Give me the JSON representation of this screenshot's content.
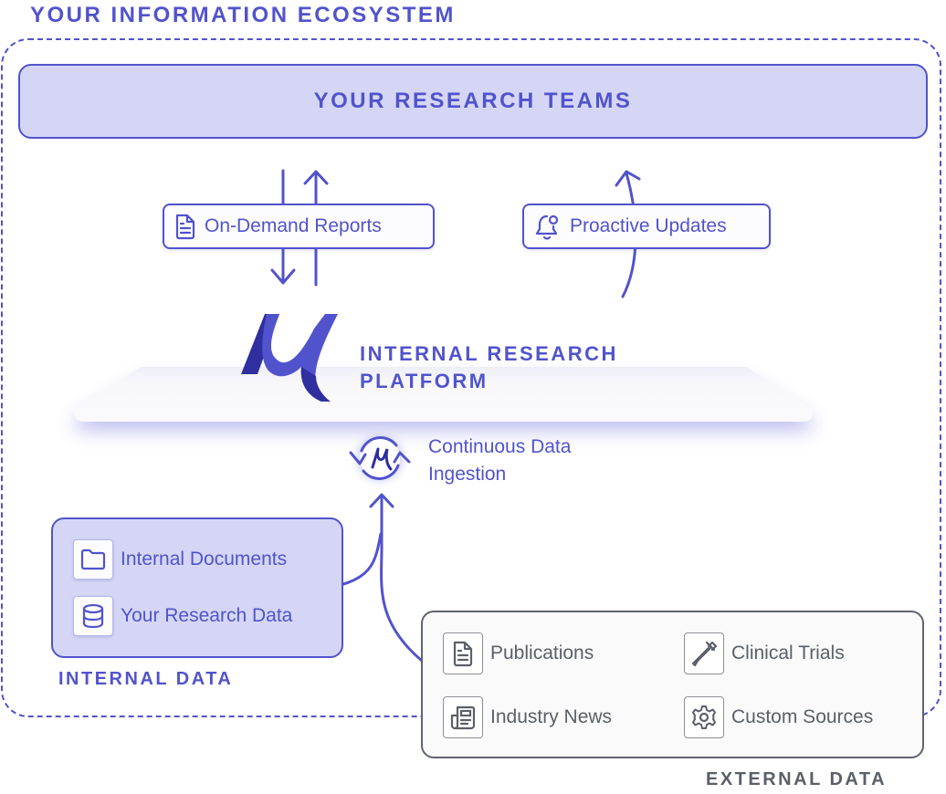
{
  "title": "YOUR INFORMATION ECOSYSTEM",
  "research_teams": "YOUR RESEARCH TEAMS",
  "flows": {
    "on_demand": {
      "label": "On-Demand Reports",
      "icon": "document-icon"
    },
    "proactive": {
      "label": "Proactive Updates",
      "icon": "bell-icon"
    }
  },
  "platform": {
    "line1": "INTERNAL RESEARCH",
    "line2": "PLATFORM",
    "logo": "mu-logo"
  },
  "ingestion": {
    "line1": "Continuous Data",
    "line2": "Ingestion",
    "icon": "cycle-mu-icon"
  },
  "internal_data": {
    "label": "INTERNAL DATA",
    "items": [
      {
        "label": "Internal Documents",
        "icon": "folder-icon"
      },
      {
        "label": "Your Research Data",
        "icon": "database-icon"
      }
    ]
  },
  "external_data": {
    "label": "EXTERNAL DATA",
    "items": [
      {
        "label": "Publications",
        "icon": "document-icon"
      },
      {
        "label": "Clinical Trials",
        "icon": "pipette-icon"
      },
      {
        "label": "Industry News",
        "icon": "newspaper-icon"
      },
      {
        "label": "Custom Sources",
        "icon": "gear-icon"
      }
    ]
  },
  "colors": {
    "accent": "#5153cc",
    "accent_light": "#d5d6f5",
    "neutral": "#5b5f68"
  }
}
